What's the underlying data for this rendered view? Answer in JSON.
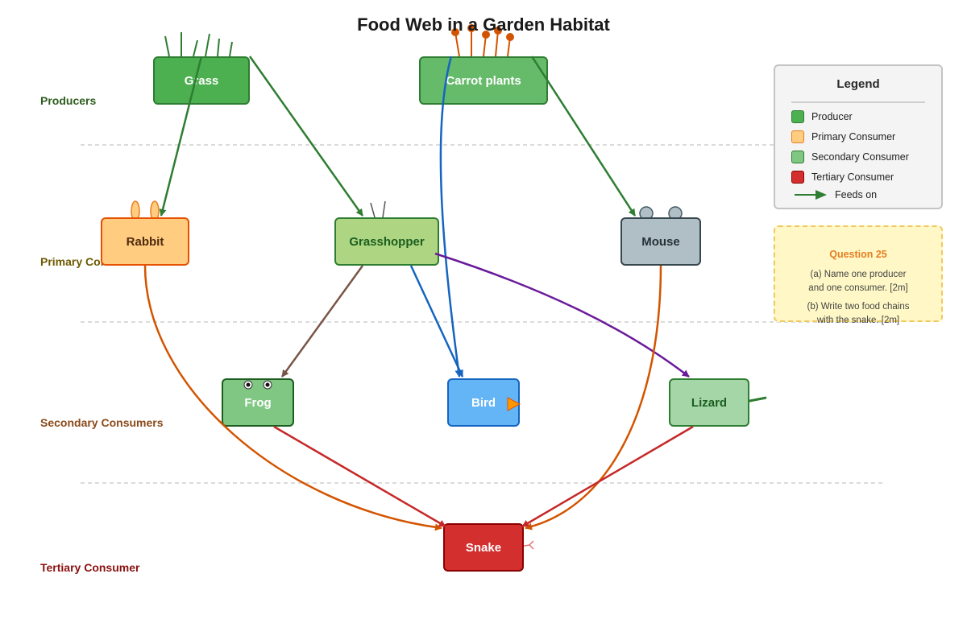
{
  "title": "Food Web in a Garden Habitat",
  "tiers": {
    "producers": "Producers",
    "primary": "Primary Consumers",
    "secondary": "Secondary Consumers",
    "tertiary": "Tertiary Consumer"
  },
  "nodes": {
    "grass": "Grass",
    "carrot": "Carrot plants",
    "rabbit": "Rabbit",
    "grasshopper": "Grasshopper",
    "mouse": "Mouse",
    "frog": "Frog",
    "bird": "Bird",
    "lizard": "Lizard",
    "snake": "Snake"
  },
  "edges": [
    {
      "from": "Grass",
      "to": "Rabbit"
    },
    {
      "from": "Grass",
      "to": "Grasshopper"
    },
    {
      "from": "Carrot plants",
      "to": "Bird"
    },
    {
      "from": "Carrot plants",
      "to": "Mouse"
    },
    {
      "from": "Grasshopper",
      "to": "Frog"
    },
    {
      "from": "Grasshopper",
      "to": "Bird"
    },
    {
      "from": "Grasshopper",
      "to": "Lizard"
    },
    {
      "from": "Rabbit",
      "to": "Snake"
    },
    {
      "from": "Frog",
      "to": "Snake"
    },
    {
      "from": "Mouse",
      "to": "Snake"
    },
    {
      "from": "Lizard",
      "to": "Snake"
    }
  ],
  "legend": {
    "title": "Legend",
    "producer": "Producer",
    "primary": "Primary Consumer",
    "secondary": "Secondary Consumer",
    "tertiary": "Tertiary Consumer",
    "feeds_on": "Feeds on"
  },
  "question": {
    "title": "Question 25",
    "line1": "(a) Name one producer",
    "line2": "and one consumer. [2m]",
    "line3": "(b) Write two food chains",
    "line4": "with the snake. [2m]"
  },
  "colors": {
    "producer": "#4caf50",
    "primary_consumer": "#ffcc80",
    "secondary_consumer": "#81c784",
    "tertiary_consumer": "#d32f2f",
    "feeds_on_arrow": "#2e7d32"
  }
}
